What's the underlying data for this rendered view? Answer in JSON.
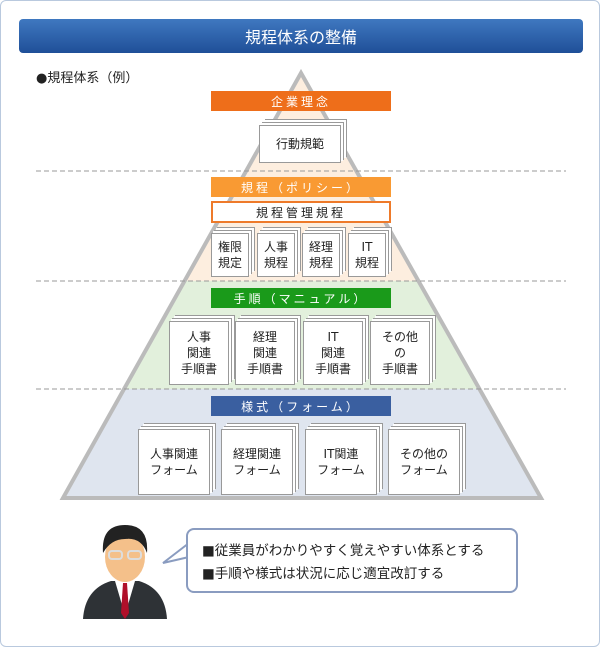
{
  "title": "規程体系の整備",
  "subtitle": "●規程体系（例）",
  "levels": {
    "philosophy": {
      "label": "企業理念",
      "color": "#ee6e1a",
      "docs": [
        "行動規範"
      ]
    },
    "rules": {
      "label": "規程（ポリシー）",
      "color": "#f99a33",
      "management": "規程管理規程",
      "docs": [
        "権限\n規定",
        "人事\n規程",
        "経理\n規程",
        "IT\n規程"
      ]
    },
    "procedures": {
      "label": "手順（マニュアル）",
      "color": "#1a9a1a",
      "docs": [
        "人事\n関連\n手順書",
        "経理\n関連\n手順書",
        "IT\n関連\n手順書",
        "その他\nの\n手順書"
      ]
    },
    "forms": {
      "label": "様式（フォーム）",
      "color": "#3a5fa0",
      "docs": [
        "人事関連\nフォーム",
        "経理関連\nフォーム",
        "IT関連\nフォーム",
        "その他の\nフォーム"
      ]
    }
  },
  "bubble": {
    "lines": [
      "■従業員がわかりやすく覚えやすい体系とする",
      "■手順や様式は状況に応じ適宜改訂する"
    ]
  }
}
